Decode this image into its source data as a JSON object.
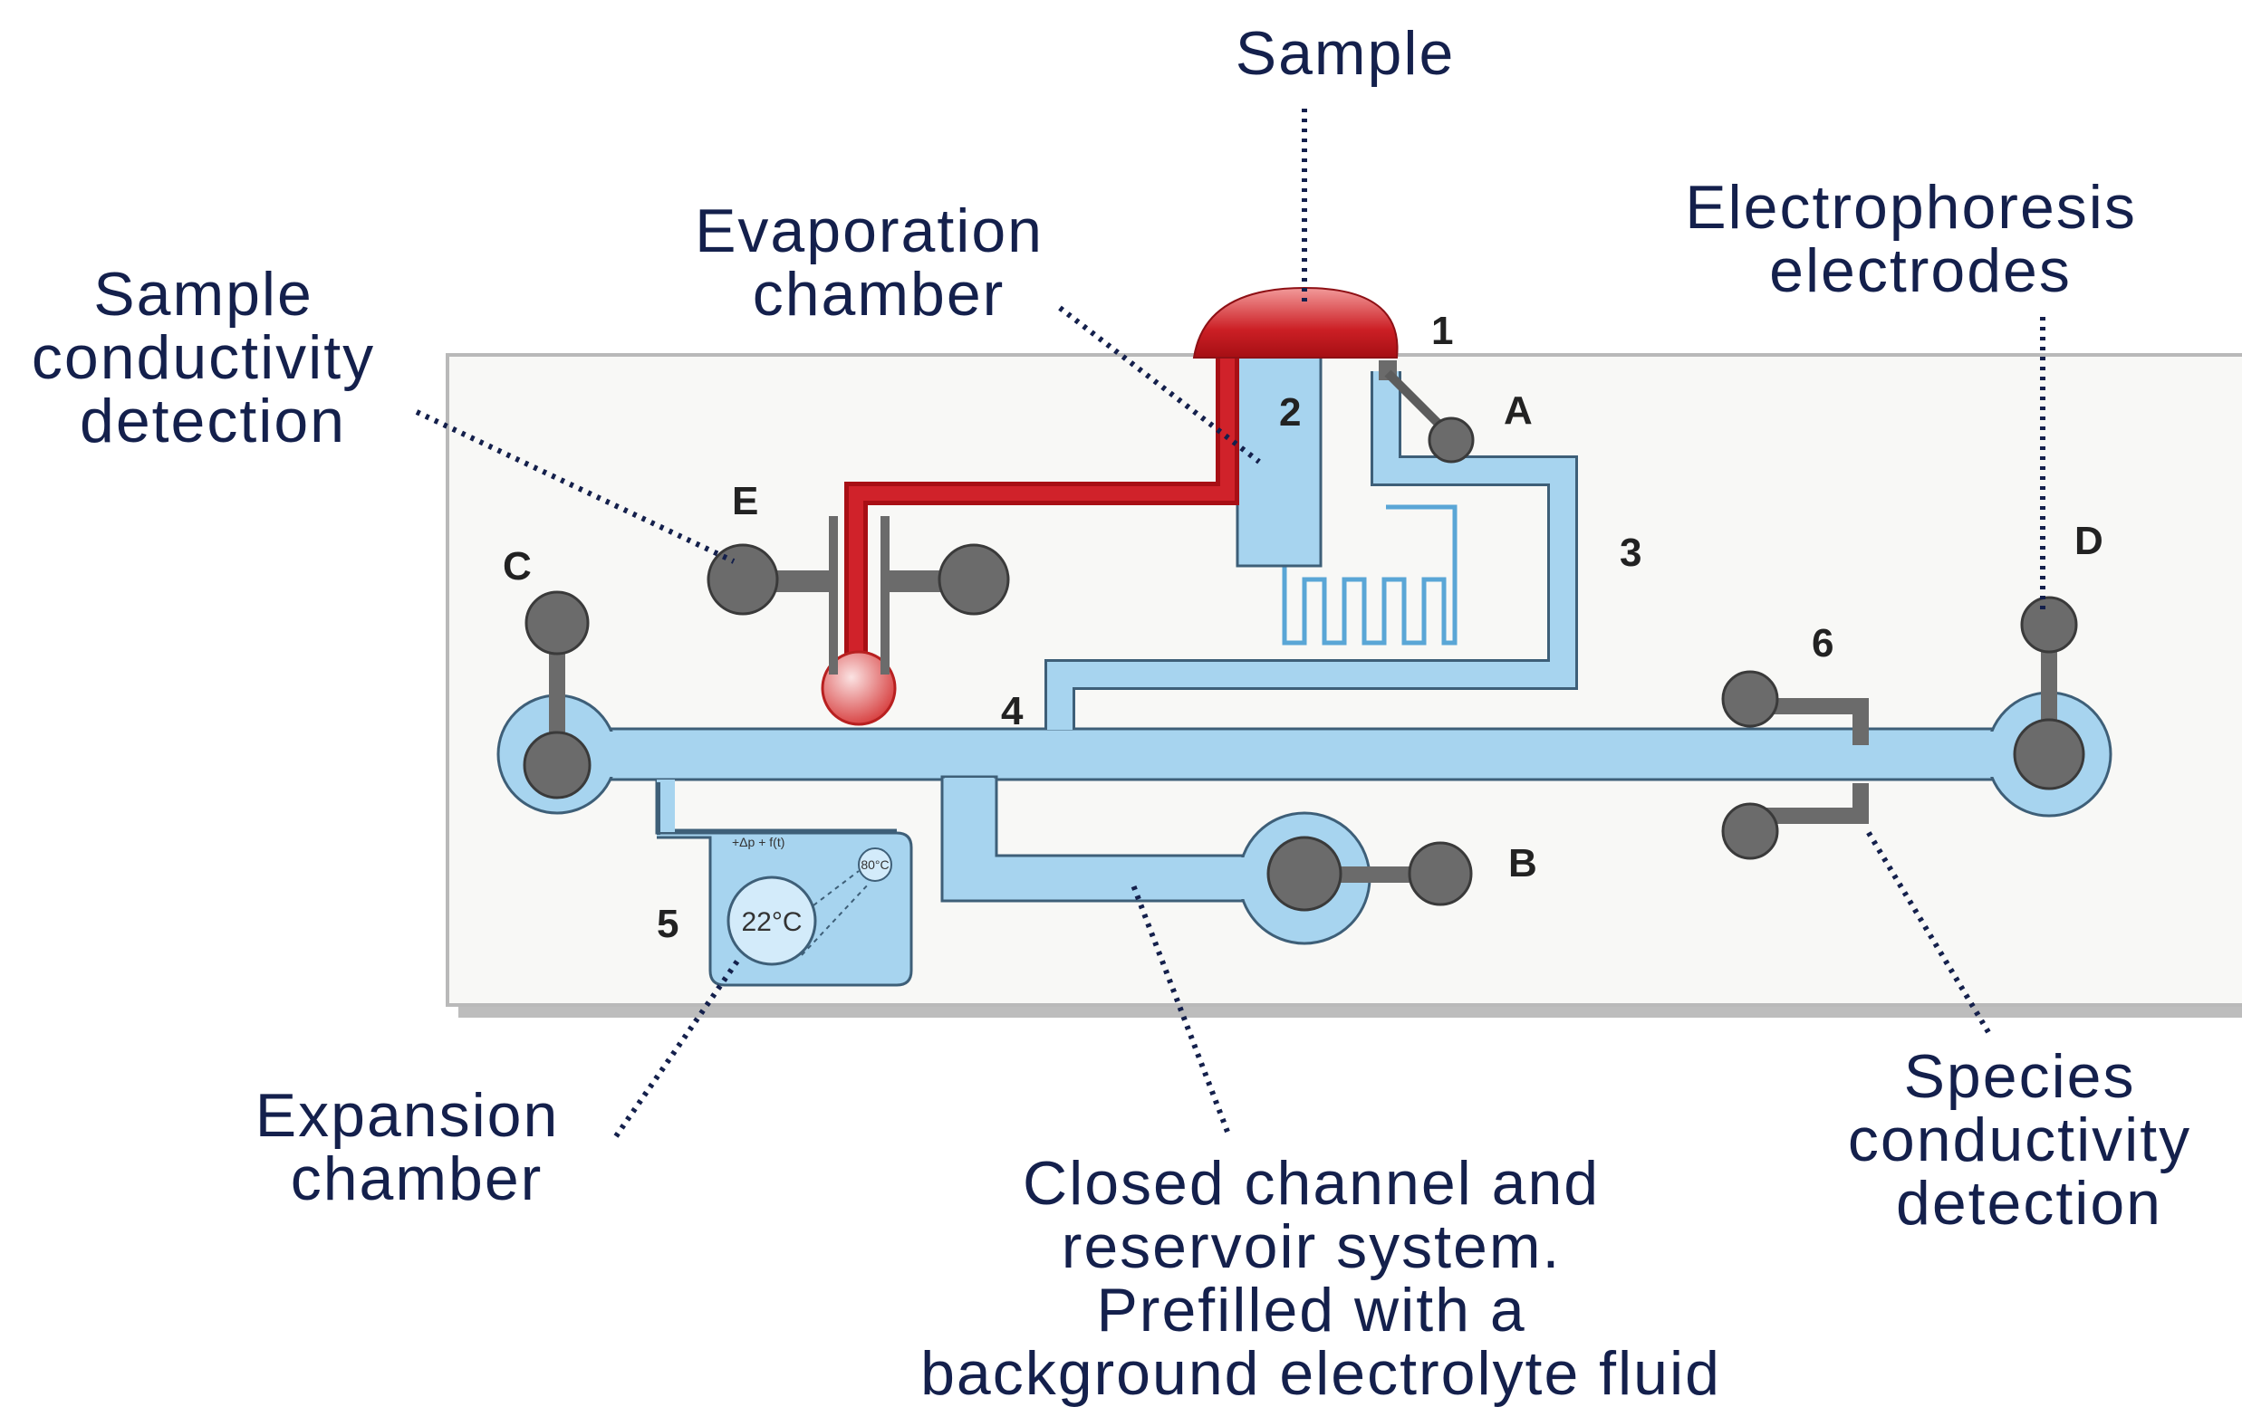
{
  "callouts": {
    "sample": "Sample",
    "evaporation": [
      "Evaporation",
      "chamber"
    ],
    "electrodes": [
      "Electrophoresis",
      "electrodes"
    ],
    "sample_conductivity": [
      "Sample",
      "conductivity",
      "detection"
    ],
    "expansion": [
      "Expansion",
      "chamber"
    ],
    "closed_channel": [
      "Closed channel and",
      "reservoir system.",
      "Prefilled with a",
      "background electrolyte fluid"
    ],
    "species_conductivity": [
      "Species",
      "conductivity",
      "detection"
    ]
  },
  "markers": {
    "one": "1",
    "two": "2",
    "three": "3",
    "four": "4",
    "five": "5",
    "six": "6",
    "a": "A",
    "b": "B",
    "c": "C",
    "d": "D",
    "e": "E"
  },
  "expansion_chamber": {
    "temperature": "22°C",
    "small_temperature": "80°C",
    "scale_note": "+Δp + f(t)"
  },
  "colors": {
    "channel_fill": "#a7d4ef",
    "channel_outline": "#3e5f78",
    "electrode": "#6b6b6b",
    "sample_red": "#c4161c",
    "label_text": "#14204c",
    "chip_background": "#f8f8f6"
  }
}
